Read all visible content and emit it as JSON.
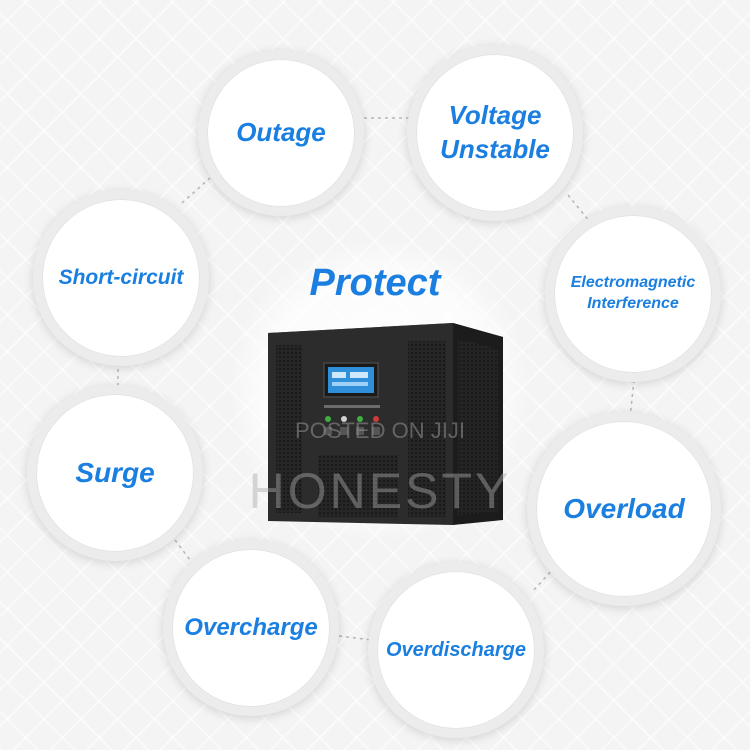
{
  "center": {
    "title": "Protect"
  },
  "protections": {
    "outage": "Outage",
    "voltage_line1": "Voltage",
    "voltage_line2": "Unstable",
    "short_circuit": "Short-circuit",
    "em_line1": "Electromagnetic",
    "em_line2": "Interference",
    "surge": "Surge",
    "overload": "Overload",
    "overcharge": "Overcharge",
    "overdischarge": "Overdischarge"
  },
  "watermark": {
    "posted": "POSTED ON JIJI",
    "brand": "HONESTY"
  },
  "colors": {
    "accent": "#1a7fe0",
    "ups_body": "#2b2b2b",
    "lcd": "#2f8fd8"
  },
  "icons": {
    "product": "ups-unit-icon"
  }
}
